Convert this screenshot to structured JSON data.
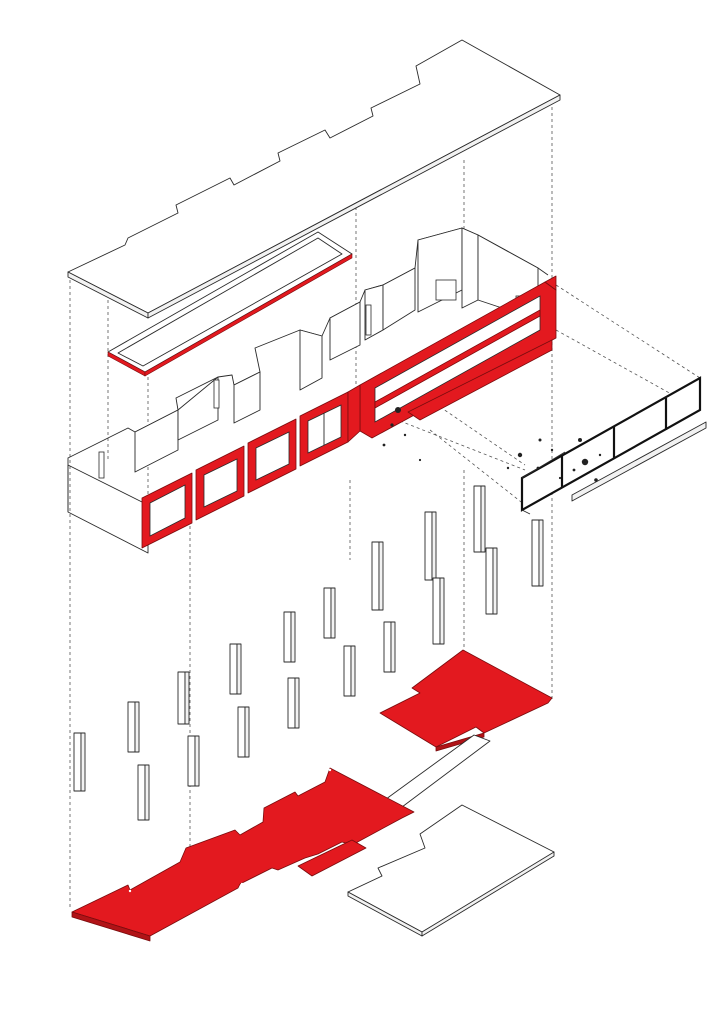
{
  "drawing": {
    "accent_color": "#e3191f",
    "line_color": "#2a2a2a",
    "background_color": "#ffffff"
  },
  "layers": [
    "roof-plate",
    "skylight",
    "walls-shell",
    "facade-window-frames",
    "glazed-box",
    "columns",
    "floor-slab-upper",
    "floor-slab-lower",
    "connecting-ramp",
    "ground-plate"
  ]
}
